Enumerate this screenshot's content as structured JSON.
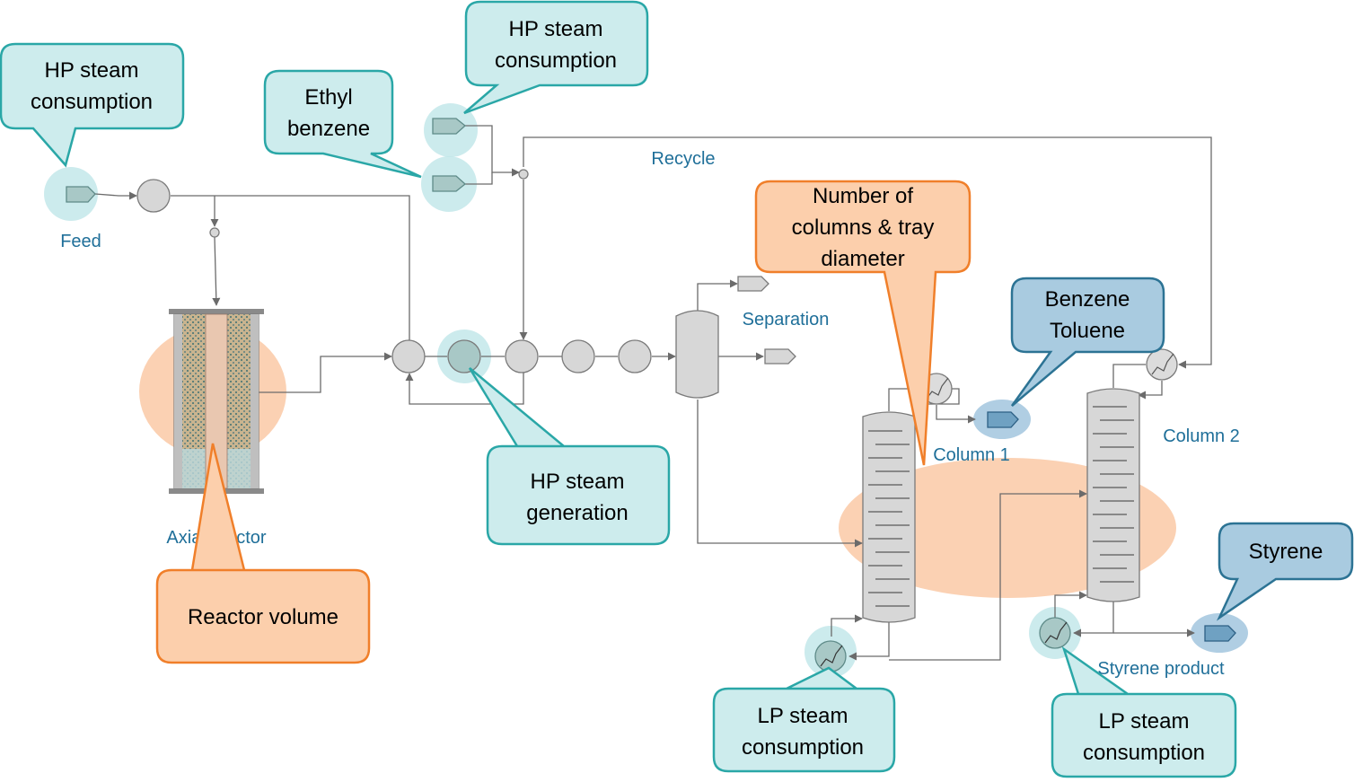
{
  "stream_labels": {
    "feed": "Feed",
    "recycle": "Recycle",
    "separation": "Separation",
    "axial_reactor": "Axial reactor",
    "column1": "Column 1",
    "column2": "Column 2",
    "styrene_product": "Styrene product"
  },
  "callouts": {
    "hp_steam_consumption_feed": [
      "HP steam",
      "consumption"
    ],
    "ethyl_benzene": [
      "Ethyl",
      "benzene"
    ],
    "hp_steam_consumption_top": [
      "HP steam",
      "consumption"
    ],
    "number_of_columns": [
      "Number of",
      "columns & tray",
      "diameter"
    ],
    "benzene_toluene": [
      "Benzene",
      "Toluene"
    ],
    "hp_steam_generation": [
      "HP steam",
      "generation"
    ],
    "reactor_volume": [
      "Reactor volume"
    ],
    "styrene": [
      "Styrene"
    ],
    "lp_steam_consumption_col1": [
      "LP steam",
      "consumption"
    ],
    "lp_steam_consumption_col2": [
      "LP steam",
      "consumption"
    ]
  },
  "colors": {
    "teal_callout_fill": "#cdeced",
    "teal_callout_border": "#2aa7a7",
    "orange_callout_fill": "#fccfac",
    "orange_callout_border": "#f07f2a",
    "blue_callout_fill": "#a9cbe0",
    "blue_callout_border": "#2c7394",
    "label_text": "#1f6f99"
  }
}
